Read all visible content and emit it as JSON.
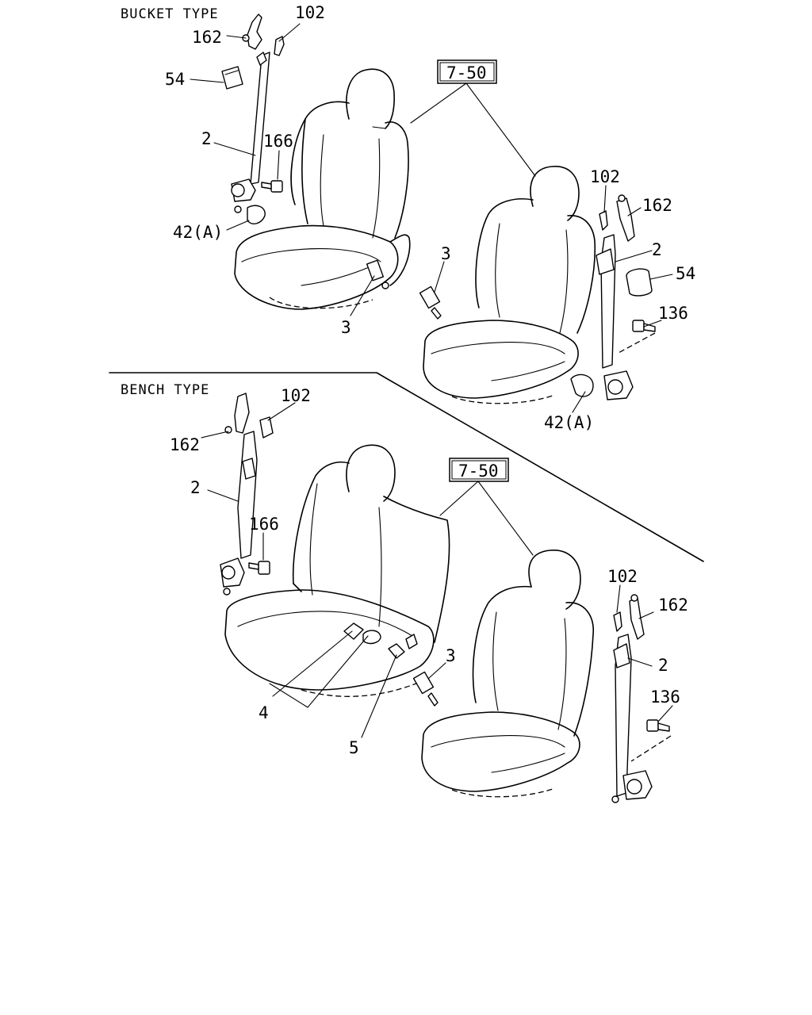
{
  "sections": {
    "bucket": "BUCKET TYPE",
    "bench": "BENCH TYPE"
  },
  "refs": {
    "ref_top": "7-50",
    "ref_bottom": "7-50"
  },
  "labels": {
    "b_162": "162",
    "b_102": "102",
    "b_54": "54",
    "b_2": "2",
    "b_166": "166",
    "b_42a": "42(A)",
    "b_3_left": "3",
    "b_102_right": "102",
    "b_162_right": "162",
    "b_3_right": "3",
    "b_2_right": "2",
    "b_54_right": "54",
    "b_136": "136",
    "b_42a_right": "42(A)",
    "n_102": "102",
    "n_162": "162",
    "n_2": "2",
    "n_166": "166",
    "n_4": "4",
    "n_5": "5",
    "n_102_right": "102",
    "n_162_right": "162",
    "n_3": "3",
    "n_2_right": "2",
    "n_136": "136"
  }
}
